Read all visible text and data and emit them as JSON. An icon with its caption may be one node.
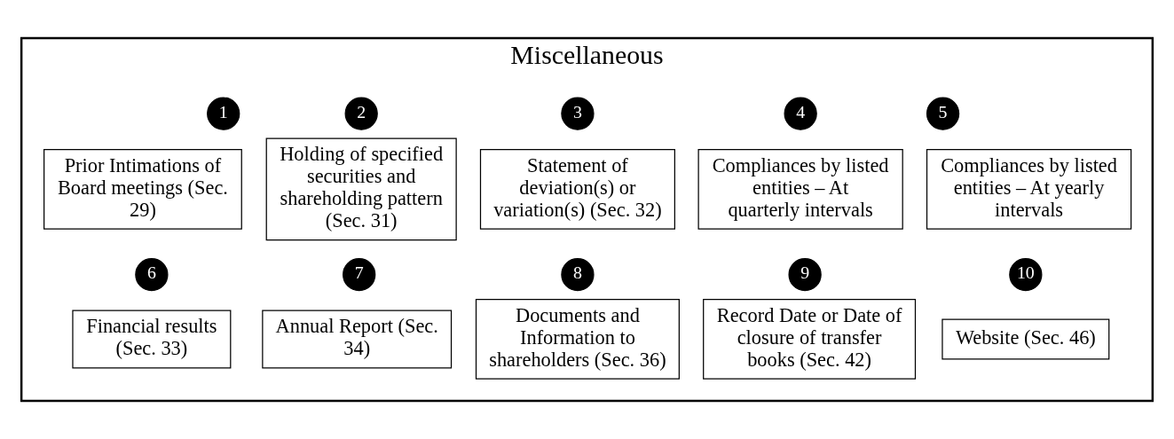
{
  "diagram": {
    "nodes": [
      {
        "text": [
          "Miscellaneous"
        ]
      },
      {
        "text": [
          "1"
        ],
        "in": 0
      },
      {
        "text": [
          "Prior Intimations of Board meetings (Sec. 29)"
        ],
        "in": 0
      },
      {
        "text": [
          "2"
        ],
        "in": 0
      },
      {
        "text": [
          "Holding of specified securities and shareholding pattern (Sec. 31)"
        ],
        "in": 0
      },
      {
        "text": [
          "3"
        ],
        "in": 0
      },
      {
        "text": [
          "Statement of deviation(s) or variation(s) (Sec. 32)"
        ],
        "in": 0
      },
      {
        "text": [
          "4"
        ],
        "in": 0
      },
      {
        "text": [
          "Compliances by listed entities – At quarterly intervals"
        ],
        "in": 0
      },
      {
        "text": [
          "5"
        ],
        "in": 0
      },
      {
        "text": [
          "Compliances by listed entities – At yearly intervals"
        ],
        "in": 0
      },
      {
        "text": [
          "6"
        ],
        "in": 0
      },
      {
        "text": [
          "Financial results (Sec. 33)"
        ],
        "in": 0
      },
      {
        "text": [
          "7"
        ],
        "in": 0
      },
      {
        "text": [
          "Annual Report (Sec. 34)"
        ],
        "in": 0
      },
      {
        "text": [
          "8"
        ],
        "in": 0
      },
      {
        "text": [
          "Documents and Information to shareholders (Sec. 36)"
        ],
        "in": 0
      },
      {
        "text": [
          "9"
        ],
        "in": 0
      },
      {
        "text": [
          "Record Date or Date of closure of transfer books (Sec. 42)"
        ],
        "in": 0
      },
      {
        "text": [
          "10"
        ],
        "in": 0
      },
      {
        "text": [
          "Website (Sec. 46)"
        ],
        "in": 0
      }
    ],
    "edges": []
  }
}
